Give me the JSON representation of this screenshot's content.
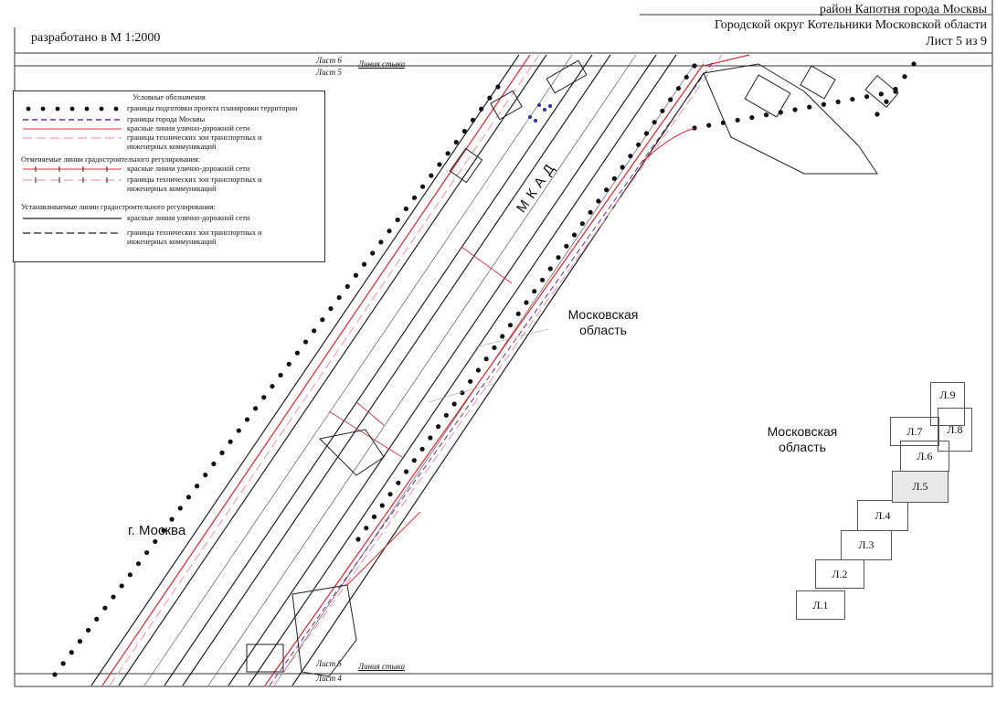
{
  "header": {
    "district": "район Капотня города Москвы",
    "district_mo": "Городской округ Котельники Московской области",
    "sheet_no": "Лист 5 из 9",
    "scale": "разработано в М 1:2000"
  },
  "match_lines": {
    "top_upper_sheet": "Лист 6",
    "top_lower_sheet": "Лист 5",
    "top_text": "Линия стыка",
    "bottom_upper_sheet": "Лист 5",
    "bottom_lower_sheet": "Лист 4",
    "bottom_text": "Линия стыка"
  },
  "legend": {
    "title": "Условные обозначения",
    "items": [
      "границы подготовки проекта планировки территории",
      "границы города Москвы",
      "красные линии улично-дорожной сети",
      "границы технических зон транспортных и",
      "инженерных коммуникаций"
    ],
    "cancelled_title": "Отменяемые линии градостроительного регулирования:",
    "cancelled_items": [
      "красные линии улично-дорожной сети",
      "границы технических зон транспортных и",
      "инженерных коммуникаций"
    ],
    "established_title": "Устанавливаемые линии градостроительного регулирования:",
    "established_items": [
      "красные линии улично-дорожной сети",
      "границы технических зон транспортных и",
      "инженерных коммуникаций"
    ]
  },
  "map_labels": {
    "road": "МКАД",
    "moscow_city": "г. Москва",
    "mo_line1": "Московская",
    "mo_line2": "область",
    "mo2_line1": "Московская",
    "mo2_line2": "область"
  },
  "key_map": {
    "sheets": [
      "Л.1",
      "Л.2",
      "Л.3",
      "Л.4",
      "Л.5",
      "Л.6",
      "Л.7",
      "Л.8",
      "Л.9"
    ],
    "current": "Л.5"
  },
  "colors": {
    "red_line": "#e0303a",
    "pink_zone": "#f0a0b0",
    "moscow_border": "#6a2c90",
    "linework": "#222222"
  }
}
